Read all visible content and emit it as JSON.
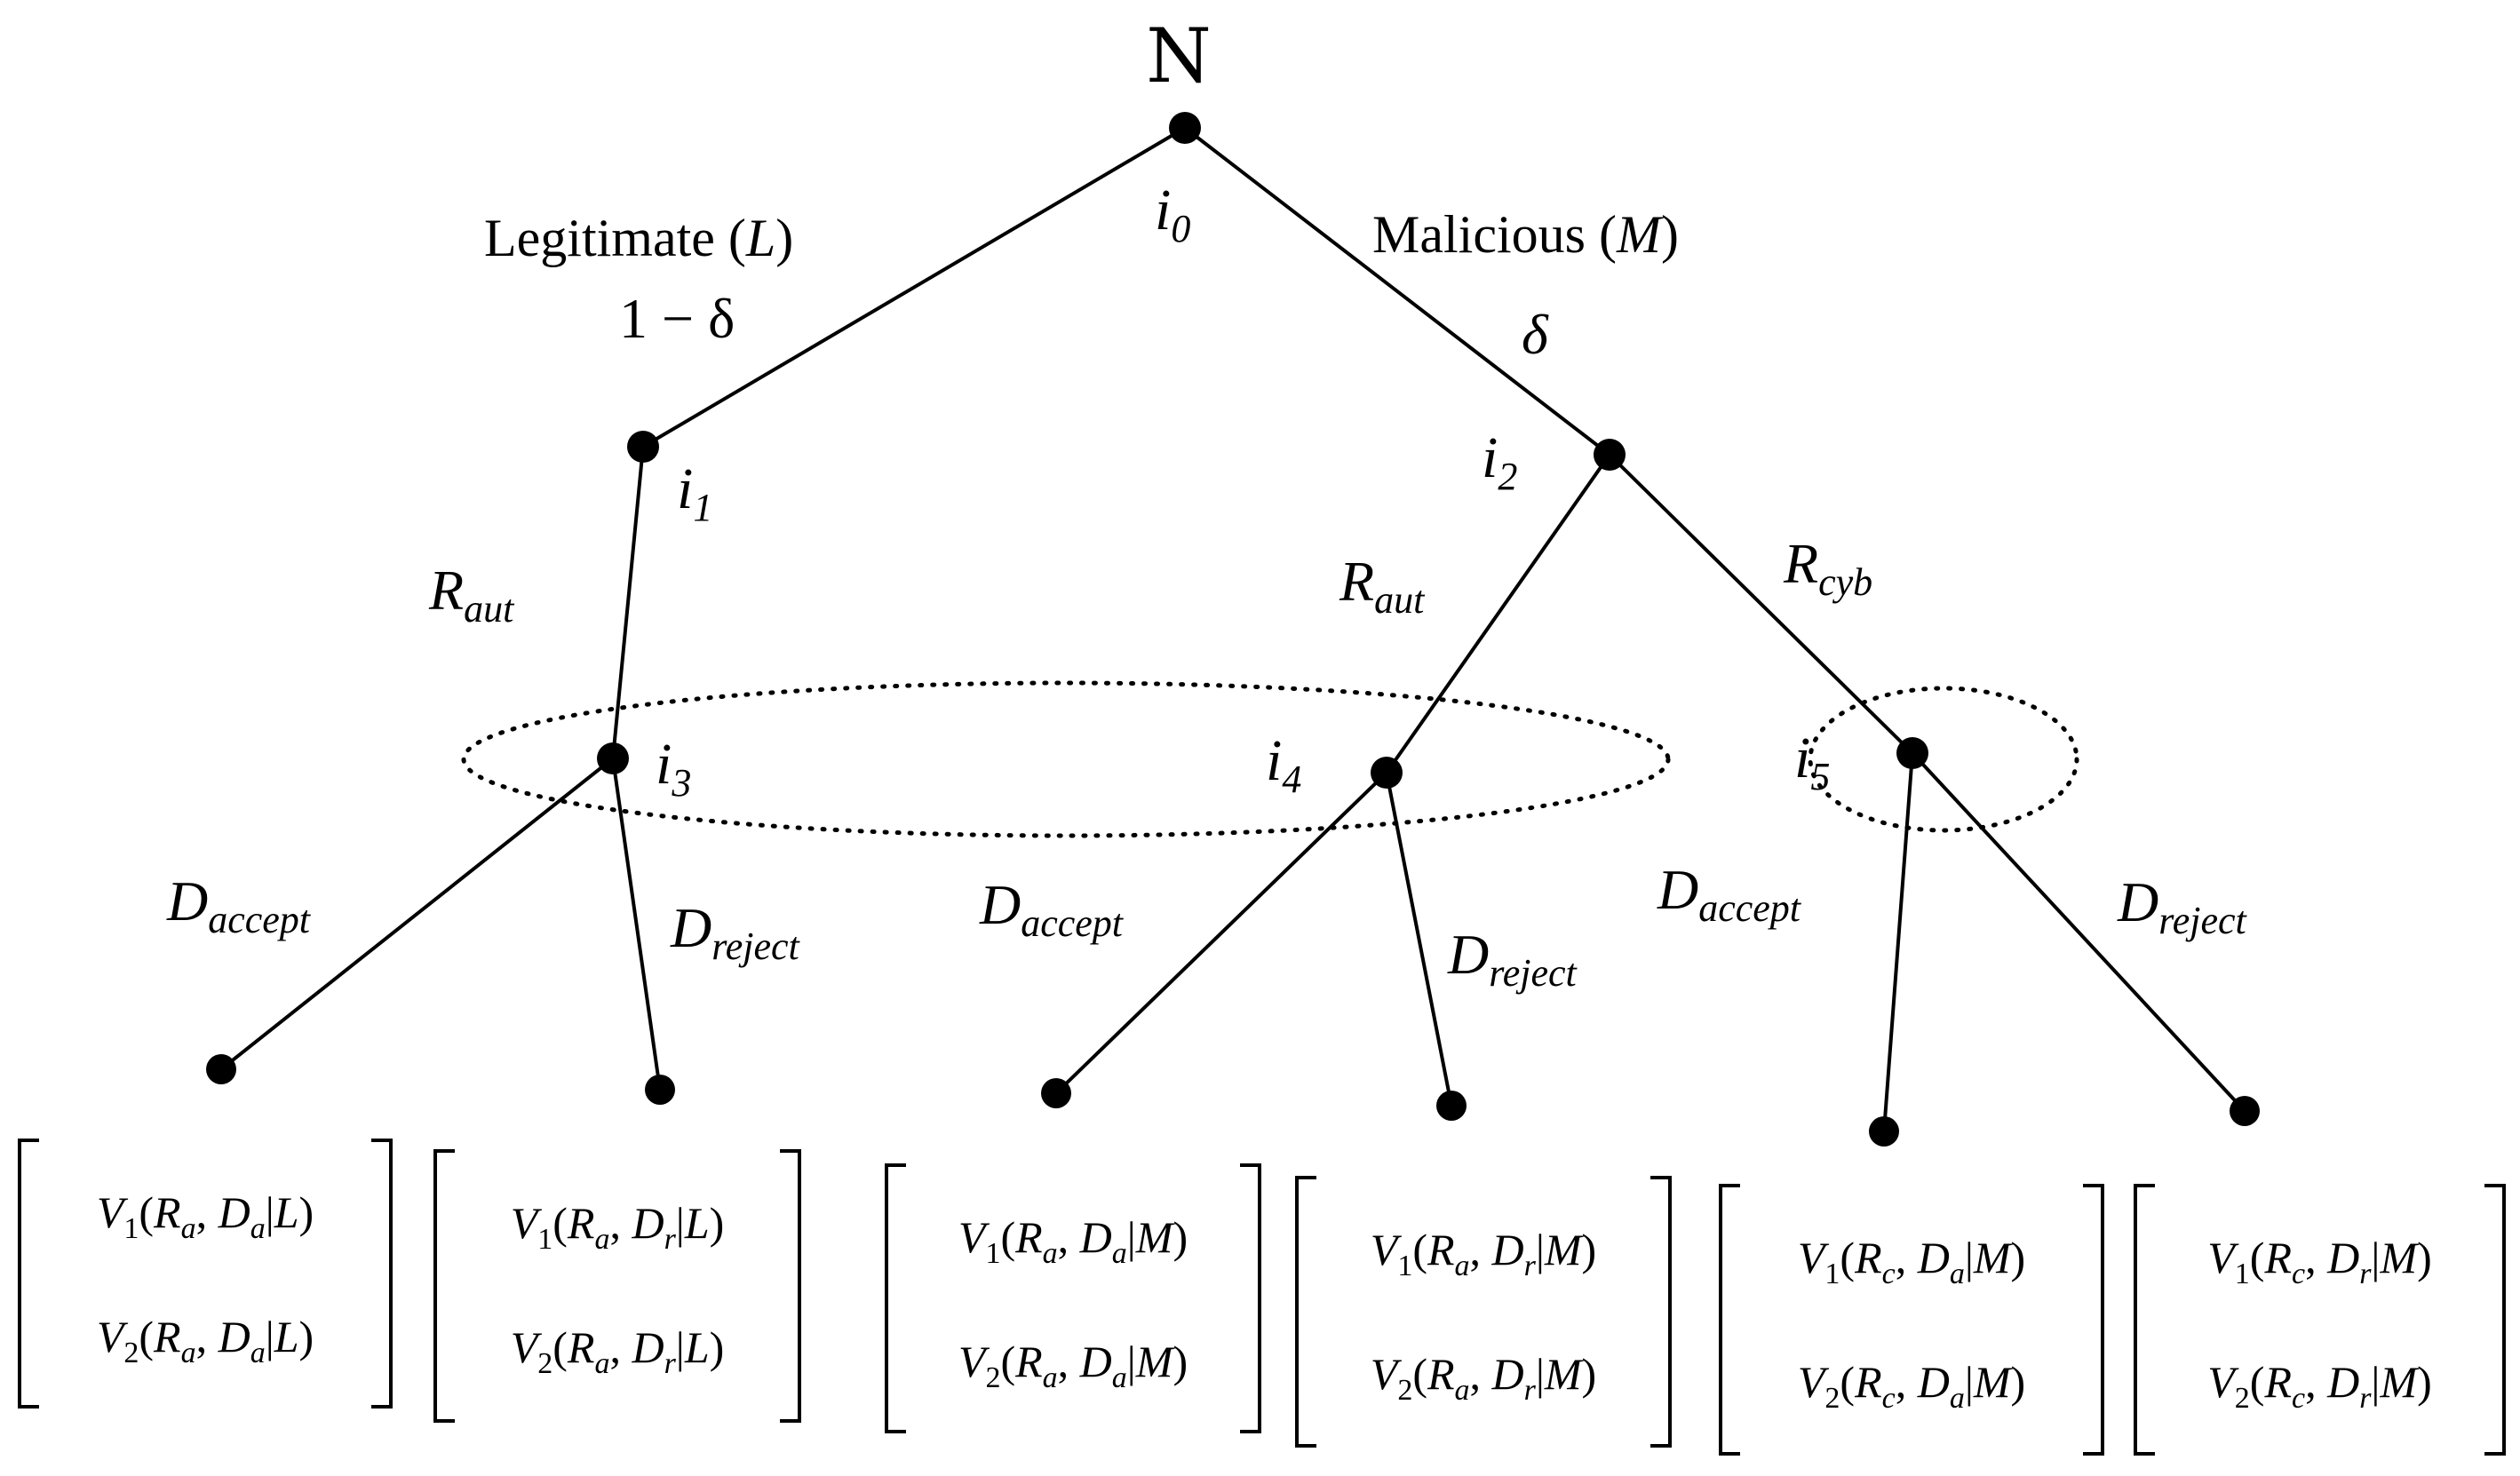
{
  "root": {
    "label": "N",
    "node": "i",
    "sub": "0"
  },
  "chance": {
    "left": {
      "label": "Legitimate",
      "paren": "(",
      "letter": "L",
      "paren_close": ")",
      "prob": "1 − δ"
    },
    "right": {
      "label": "Malicious",
      "paren": "(",
      "letter": "M",
      "paren_close": ")",
      "prob": "δ"
    }
  },
  "nodes": {
    "i1": {
      "base": "i",
      "sub": "1"
    },
    "i2": {
      "base": "i",
      "sub": "2"
    },
    "i3": {
      "base": "i",
      "sub": "3"
    },
    "i4": {
      "base": "i",
      "sub": "4"
    },
    "i5": {
      "base": "i",
      "sub": "5"
    }
  },
  "actions": {
    "r_aut_left": {
      "base": "R",
      "sub": "aut"
    },
    "r_aut_right": {
      "base": "R",
      "sub": "aut"
    },
    "r_cyb": {
      "base": "R",
      "sub": "cyb"
    },
    "d_accept_1": {
      "base": "D",
      "sub": "accept"
    },
    "d_reject_1": {
      "base": "D",
      "sub": "reject"
    },
    "d_accept_2": {
      "base": "D",
      "sub": "accept"
    },
    "d_reject_2": {
      "base": "D",
      "sub": "reject"
    },
    "d_accept_3": {
      "base": "D",
      "sub": "accept"
    },
    "d_reject_3": {
      "base": "D",
      "sub": "reject"
    }
  },
  "payoffs": [
    {
      "p1": {
        "v": "V",
        "n": "1",
        "r": "a",
        "d": "a",
        "type": "L"
      },
      "p2": {
        "v": "V",
        "n": "2",
        "r": "a",
        "d": "a",
        "type": "L"
      }
    },
    {
      "p1": {
        "v": "V",
        "n": "1",
        "r": "a",
        "d": "r",
        "type": "L"
      },
      "p2": {
        "v": "V",
        "n": "2",
        "r": "a",
        "d": "r",
        "type": "L"
      }
    },
    {
      "p1": {
        "v": "V",
        "n": "1",
        "r": "a",
        "d": "a",
        "type": "M"
      },
      "p2": {
        "v": "V",
        "n": "2",
        "r": "a",
        "d": "a",
        "type": "M"
      }
    },
    {
      "p1": {
        "v": "V",
        "n": "1",
        "r": "a",
        "d": "r",
        "type": "M"
      },
      "p2": {
        "v": "V",
        "n": "2",
        "r": "a",
        "d": "r",
        "type": "M"
      }
    },
    {
      "p1": {
        "v": "V",
        "n": "1",
        "r": "c",
        "d": "a",
        "type": "M"
      },
      "p2": {
        "v": "V",
        "n": "2",
        "r": "c",
        "d": "a",
        "type": "M"
      }
    },
    {
      "p1": {
        "v": "V",
        "n": "1",
        "r": "c",
        "d": "r",
        "type": "M"
      },
      "p2": {
        "v": "V",
        "n": "2",
        "r": "c",
        "d": "r",
        "type": "M"
      }
    }
  ]
}
